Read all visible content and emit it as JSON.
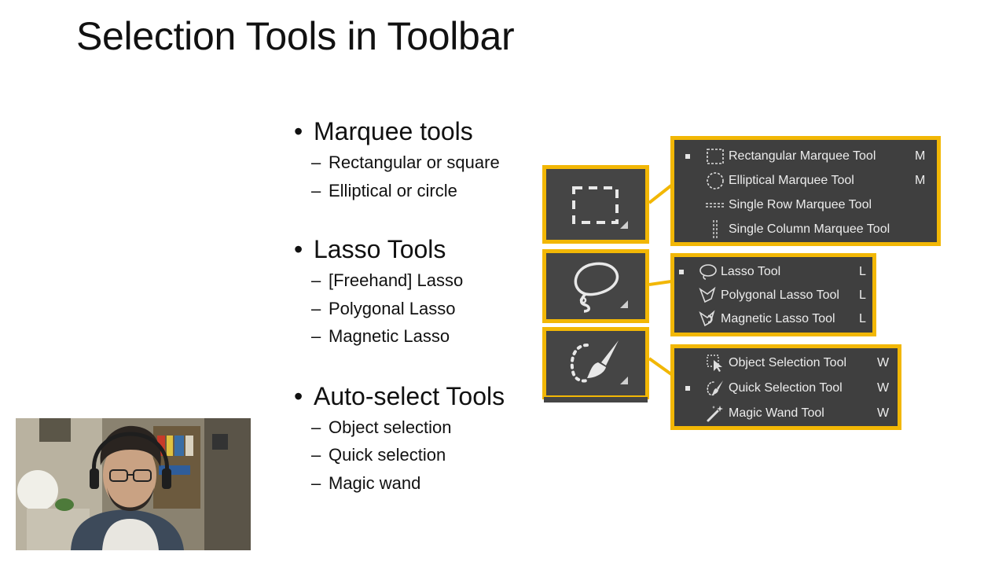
{
  "slide": {
    "title": "Selection Tools in Toolbar"
  },
  "bullets": [
    {
      "heading": "Marquee tools",
      "items": [
        "Rectangular or square",
        "Elliptical or circle"
      ]
    },
    {
      "heading": "Lasso Tools",
      "items": [
        "[Freehand] Lasso",
        "Polygonal Lasso",
        "Magnetic Lasso"
      ]
    },
    {
      "heading": "Auto-select Tools",
      "items": [
        "Object selection",
        "Quick selection",
        "Magic wand"
      ]
    }
  ],
  "dash": "–",
  "toolbar_icons": {
    "marquee": "rectangular-marquee-icon",
    "lasso": "lasso-icon",
    "quick_selection": "quick-selection-icon"
  },
  "flyouts": {
    "marquee": [
      {
        "label": "Rectangular Marquee Tool",
        "key": "M",
        "icon": "rectangular-marquee-icon",
        "selected": true
      },
      {
        "label": "Elliptical Marquee Tool",
        "key": "M",
        "icon": "elliptical-marquee-icon",
        "selected": false
      },
      {
        "label": "Single Row Marquee Tool",
        "key": "",
        "icon": "single-row-marquee-icon",
        "selected": false
      },
      {
        "label": "Single Column Marquee Tool",
        "key": "",
        "icon": "single-column-marquee-icon",
        "selected": false
      }
    ],
    "lasso": [
      {
        "label": "Lasso Tool",
        "key": "L",
        "icon": "lasso-icon",
        "selected": true
      },
      {
        "label": "Polygonal Lasso Tool",
        "key": "L",
        "icon": "polygonal-lasso-icon",
        "selected": false
      },
      {
        "label": "Magnetic Lasso Tool",
        "key": "L",
        "icon": "magnetic-lasso-icon",
        "selected": false
      }
    ],
    "auto_select": [
      {
        "label": "Object Selection Tool",
        "key": "W",
        "icon": "object-selection-icon",
        "selected": false
      },
      {
        "label": "Quick Selection Tool",
        "key": "W",
        "icon": "quick-selection-icon",
        "selected": true
      },
      {
        "label": "Magic Wand Tool",
        "key": "W",
        "icon": "magic-wand-icon",
        "selected": false
      }
    ]
  },
  "colors": {
    "highlight": "#f2b705",
    "panel": "#3f3f3f",
    "panel_text": "#ececec"
  }
}
